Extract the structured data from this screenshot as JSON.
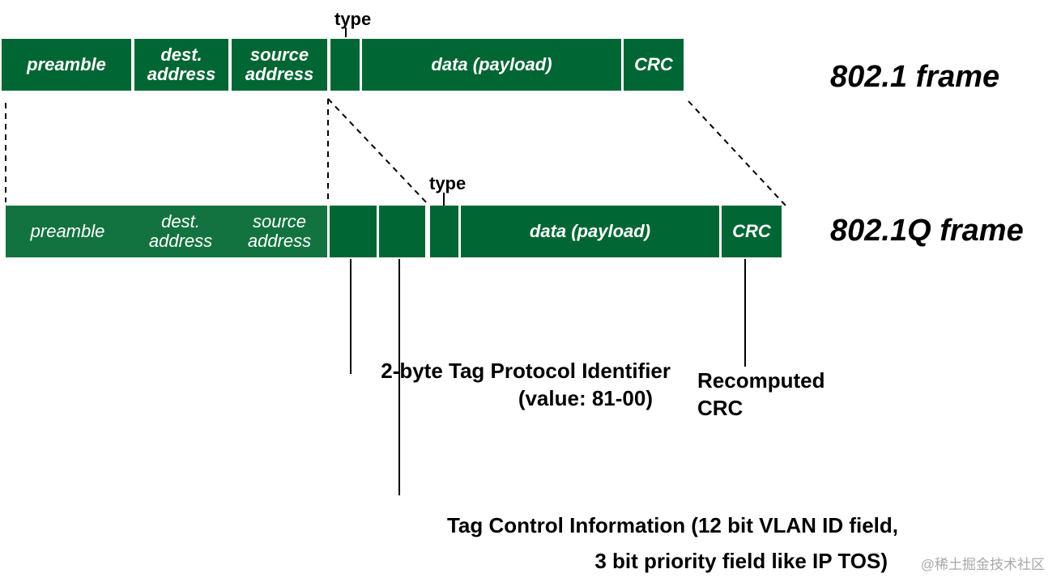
{
  "frame_80201": {
    "title": "802.1 frame",
    "type_label": "type",
    "fields": {
      "preamble": "preamble",
      "dest": "dest. address",
      "source": "source address",
      "data": "data (payload)",
      "crc": "CRC"
    }
  },
  "frame_8021q": {
    "title": "802.1Q frame",
    "type_label": "type",
    "fields": {
      "preamble": "preamble",
      "dest": "dest. address",
      "source": "source address",
      "data": "data (payload)",
      "crc": "CRC"
    }
  },
  "annotations": {
    "tpid_line1": "2-byte Tag Protocol Identifier",
    "tpid_line2": "(value: 81-00)",
    "crc_line1": "Recomputed",
    "crc_line2": "CRC",
    "tci_line1": "Tag Control Information (12 bit VLAN ID field,",
    "tci_line2": "3 bit priority field like IP TOS)"
  },
  "watermark": "@稀土掘金技术社区",
  "colors": {
    "field_green": "#006633",
    "field_green_q": "#127340",
    "text": "#000000"
  }
}
